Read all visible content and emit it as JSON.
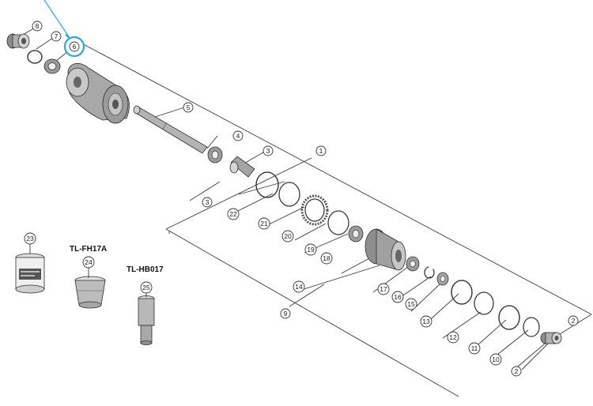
{
  "accent_color": "#2aa8d8",
  "highlighted_callout": "6",
  "callouts": [
    {
      "id": "c1",
      "label": "1"
    },
    {
      "id": "c2a",
      "label": "2"
    },
    {
      "id": "c2b",
      "label": "2"
    },
    {
      "id": "c3a",
      "label": "3"
    },
    {
      "id": "c3b",
      "label": "3"
    },
    {
      "id": "c4",
      "label": "4"
    },
    {
      "id": "c5",
      "label": "5"
    },
    {
      "id": "c6",
      "label": "6"
    },
    {
      "id": "c7",
      "label": "7"
    },
    {
      "id": "c8",
      "label": "8"
    },
    {
      "id": "c9",
      "label": "9"
    },
    {
      "id": "c10",
      "label": "10"
    },
    {
      "id": "c11",
      "label": "11"
    },
    {
      "id": "c12",
      "label": "12"
    },
    {
      "id": "c13",
      "label": "13"
    },
    {
      "id": "c14",
      "label": "14"
    },
    {
      "id": "c15",
      "label": "15"
    },
    {
      "id": "c16",
      "label": "16"
    },
    {
      "id": "c17",
      "label": "17"
    },
    {
      "id": "c18",
      "label": "18"
    },
    {
      "id": "c19",
      "label": "19"
    },
    {
      "id": "c20",
      "label": "20"
    },
    {
      "id": "c21",
      "label": "21"
    },
    {
      "id": "c22",
      "label": "22"
    },
    {
      "id": "c23",
      "label": "23"
    },
    {
      "id": "c24",
      "label": "24"
    },
    {
      "id": "c25",
      "label": "25"
    }
  ],
  "tools": {
    "tl_fh17a": "TL-FH17A",
    "tl_hb017": "TL-HB017"
  }
}
